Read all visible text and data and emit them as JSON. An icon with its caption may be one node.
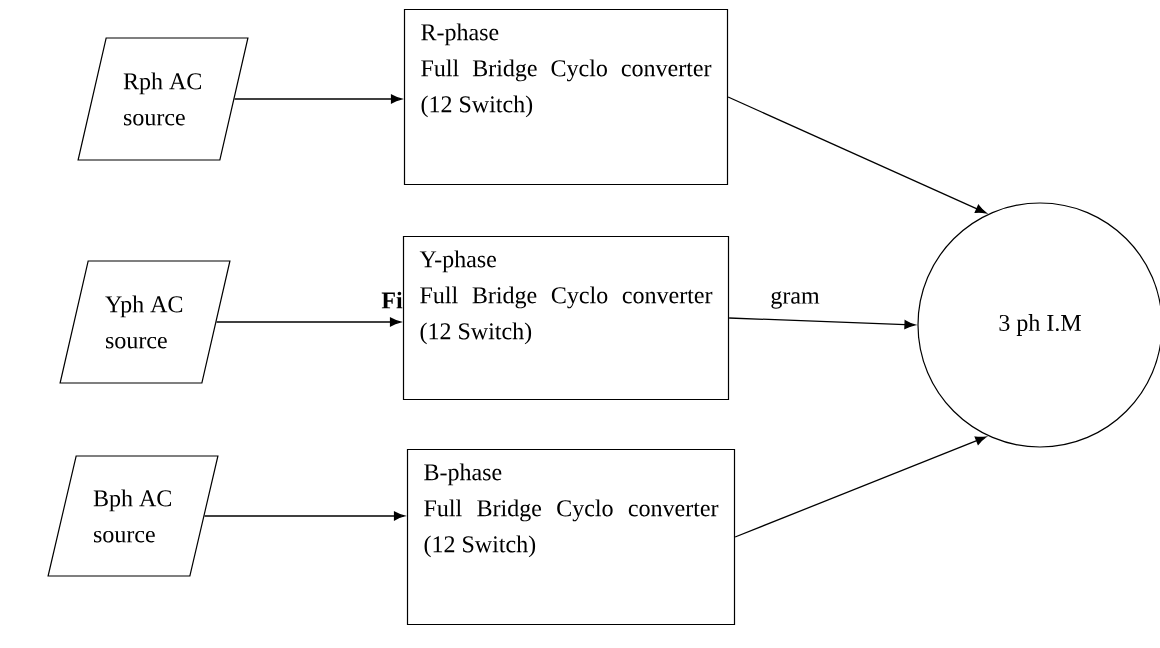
{
  "diagram": {
    "nodes": [
      {
        "text": [
          "Rph AC source"
        ]
      },
      {
        "text": [
          "R-phase",
          "Full Bridge Cyclo converter (12 Switch)"
        ]
      },
      {
        "text": [
          "Yph AC source"
        ]
      },
      {
        "text": [
          "Y-phase",
          "Full Bridge Cyclo converter (12 Switch)"
        ]
      },
      {
        "text": [
          "Bph AC source"
        ]
      },
      {
        "text": [
          "B-phase",
          "Full Bridge Cyclo converter (12 Switch)"
        ]
      },
      {
        "text": [
          "3 ph I.M"
        ]
      }
    ],
    "edges": [
      {
        "from": 0,
        "to": 1,
        "arrow": "to"
      },
      {
        "from": 2,
        "to": 3,
        "arrow": "to"
      },
      {
        "from": 4,
        "to": 5,
        "arrow": "to"
      },
      {
        "from": 1,
        "to": 6,
        "arrow": "to"
      },
      {
        "from": 3,
        "to": 6,
        "arrow": "to"
      },
      {
        "from": 5,
        "to": 6,
        "arrow": "to"
      }
    ],
    "labels": [
      "**Fi**",
      "gram"
    ]
  }
}
